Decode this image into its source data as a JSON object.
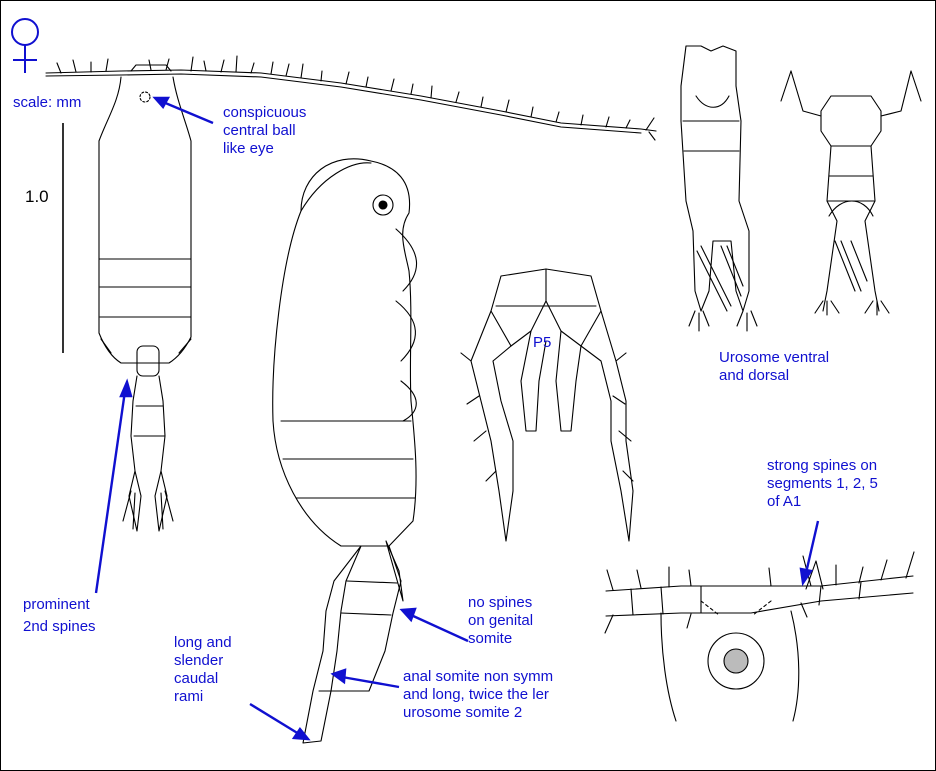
{
  "symbols": {
    "female": "female-sign"
  },
  "labels": {
    "scale": "scale: mm",
    "scale_value": "1.0",
    "eye": "conspicuous\ncentral ball\nlike eye",
    "prominent": "prominent\n2nd spines",
    "p5": "P5",
    "urosome": "Urosome ventral\nand dorsal",
    "strong_spines": "strong spines on\nsegments 1, 2, 5\nof A1",
    "no_spines": "no spines\non genital\nsomite",
    "long_caudal": "long and\nslender\ncaudal\nrami",
    "anal": "anal somite non symm\nand long, twice the ler\nurosome somite 2"
  },
  "colors": {
    "annotation": "#1010d0",
    "ink": "#000000"
  }
}
